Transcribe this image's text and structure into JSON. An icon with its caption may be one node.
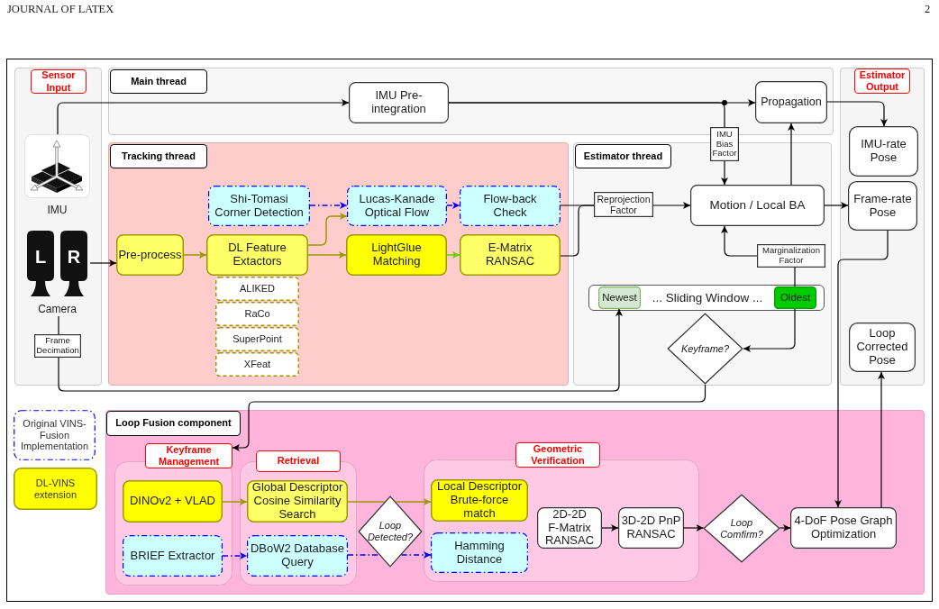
{
  "diagram": {
    "nodes": [
      {
        "text": [
          "Sensor Input"
        ]
      },
      {
        "text": [
          "IMU"
        ],
        "in": 0
      },
      {
        "text": [
          "L",
          "R",
          "Camera"
        ],
        "in": 0
      },
      {
        "text": [
          "Frame Decimation"
        ],
        "in": 0
      },
      {
        "text": [
          "Main thread"
        ]
      },
      {
        "text": [
          "IMU Pre-integration"
        ],
        "in": 4
      },
      {
        "text": [
          "Propagation"
        ],
        "in": 4
      },
      {
        "text": [
          "IMU Bias Factor"
        ]
      },
      {
        "text": [
          "Estimator Output"
        ]
      },
      {
        "text": [
          "IMU-rate Pose"
        ],
        "in": 8
      },
      {
        "text": [
          "Frame-rate Pose"
        ],
        "in": 8
      },
      {
        "text": [
          "Loop Corrected Pose"
        ],
        "in": 8
      },
      {
        "text": [
          "Tracking thread"
        ]
      },
      {
        "text": [
          "Shi-Tomasi Corner Detection"
        ],
        "in": 12
      },
      {
        "text": [
          "Lucas-Kanade Optical Flow"
        ],
        "in": 12
      },
      {
        "text": [
          "Flow-back Check"
        ],
        "in": 12
      },
      {
        "text": [
          "Pre-process"
        ],
        "in": 12
      },
      {
        "text": [
          "DL Feature Extactors"
        ],
        "in": 12
      },
      {
        "text": [
          "LightGlue Matching"
        ],
        "in": 12
      },
      {
        "text": [
          "E-Matrix RANSAC"
        ],
        "in": 12
      },
      {
        "text": [
          "ALIKED"
        ],
        "in": 12
      },
      {
        "text": [
          "RaCo"
        ],
        "in": 12
      },
      {
        "text": [
          "SuperPoint"
        ],
        "in": 12
      },
      {
        "text": [
          "XFeat"
        ],
        "in": 12
      },
      {
        "text": [
          "Estimator thread"
        ]
      },
      {
        "text": [
          "Reprojection Factor"
        ],
        "in": 24
      },
      {
        "text": [
          "Motion / Local BA"
        ],
        "in": 24
      },
      {
        "text": [
          "Marginalization Factor"
        ],
        "in": 24
      },
      {
        "text": [
          "... Sliding Window ..."
        ],
        "in": 24
      },
      {
        "text": [
          "Newest"
        ],
        "in": 28
      },
      {
        "text": [
          "Oldest"
        ],
        "in": 28
      },
      {
        "text": [
          "Keyframe?"
        ],
        "in": 24
      },
      {
        "text": [
          "Loop Fusion component"
        ]
      },
      {
        "text": [
          "Keyframe Management"
        ],
        "in": 32
      },
      {
        "text": [
          "Retrieval"
        ],
        "in": 32
      },
      {
        "text": [
          "Geometric Verification"
        ],
        "in": 32
      },
      {
        "text": [
          "DINOv2 + VLAD"
        ],
        "in": 33
      },
      {
        "text": [
          "Global Descriptor Cosine Similarity Search"
        ],
        "in": 34
      },
      {
        "text": [
          "Loop Detected?"
        ],
        "in": 32
      },
      {
        "text": [
          "Local Descriptor Brute-force match"
        ],
        "in": 35
      },
      {
        "text": [
          "2D-2D F-Matrix RANSAC"
        ],
        "in": 35
      },
      {
        "text": [
          "3D-2D PnP RANSAC"
        ],
        "in": 35
      },
      {
        "text": [
          "Loop Comfirm?"
        ],
        "in": 32
      },
      {
        "text": [
          "4-DoF Pose Graph Optimization"
        ],
        "in": 32
      },
      {
        "text": [
          "BRIEF Extractor"
        ],
        "in": 33
      },
      {
        "text": [
          "DBoW2 Database Query"
        ],
        "in": 34
      },
      {
        "text": [
          "Hamming Distance"
        ],
        "in": 35
      }
    ],
    "edges": [
      {
        "from": 1,
        "to": 5,
        "arrow": "to"
      },
      {
        "from": 2,
        "to": 16,
        "arrow": "to"
      },
      {
        "from": 2,
        "to": 3,
        "arrow": "none"
      },
      {
        "from": 3,
        "to": 29,
        "arrow": "to"
      },
      {
        "from": 5,
        "to": 6,
        "arrow": "to"
      },
      {
        "from": 5,
        "to": 7,
        "arrow": "none"
      },
      {
        "from": 7,
        "to": 26,
        "arrow": "to"
      },
      {
        "from": 6,
        "to": 9,
        "arrow": "to"
      },
      {
        "from": 16,
        "to": 17,
        "arrow": "to",
        "color": "#999900"
      },
      {
        "from": 13,
        "to": 14,
        "arrow": "to",
        "style": "dashed",
        "color": "#0000ff"
      },
      {
        "from": 17,
        "to": 14,
        "arrow": "to",
        "color": "#999900"
      },
      {
        "from": 17,
        "to": 18,
        "arrow": "to",
        "color": "#999900"
      },
      {
        "from": 14,
        "to": 15,
        "arrow": "to",
        "style": "dashed",
        "color": "#0000ff"
      },
      {
        "from": 18,
        "to": 19,
        "arrow": "to",
        "color": "#66cc00"
      },
      {
        "from": 15,
        "to": 25,
        "arrow": "none"
      },
      {
        "from": 19,
        "to": 25,
        "arrow": "none"
      },
      {
        "from": 25,
        "to": 26,
        "arrow": "to"
      },
      {
        "from": 26,
        "to": 6,
        "arrow": "to"
      },
      {
        "from": 26,
        "to": 10,
        "arrow": "to"
      },
      {
        "from": 30,
        "to": 27,
        "arrow": "none"
      },
      {
        "from": 27,
        "to": 26,
        "arrow": "to"
      },
      {
        "from": 30,
        "to": 31,
        "arrow": "to"
      },
      {
        "from": 31,
        "to": 33,
        "arrow": "to"
      },
      {
        "from": 10,
        "to": 43,
        "arrow": "to"
      },
      {
        "from": 43,
        "to": 11,
        "arrow": "to"
      },
      {
        "from": 36,
        "to": 37,
        "arrow": "to",
        "color": "#999900"
      },
      {
        "from": 44,
        "to": 45,
        "arrow": "to",
        "style": "dashed",
        "color": "#0000ff"
      },
      {
        "from": 37,
        "to": 38,
        "arrow": "none",
        "color": "#999900"
      },
      {
        "from": 38,
        "to": 39,
        "arrow": "to",
        "color": "#999900"
      },
      {
        "from": 45,
        "to": 38,
        "arrow": "none",
        "style": "dashed",
        "color": "#0000ff"
      },
      {
        "from": 38,
        "to": 46,
        "arrow": "to",
        "style": "dashed",
        "color": "#0000ff"
      },
      {
        "from": 40,
        "to": 41,
        "arrow": "to"
      },
      {
        "from": 41,
        "to": 42,
        "arrow": "to"
      },
      {
        "from": 42,
        "to": 43,
        "arrow": "to"
      }
    ],
    "labels": [
      "JOURNAL OF LATEX",
      "2"
    ],
    "legend": [
      {
        "text": "Original VINS-Fusion Implementation"
      },
      {
        "text": "DL-VINS extension",
        "color": "#ffff00"
      }
    ]
  }
}
